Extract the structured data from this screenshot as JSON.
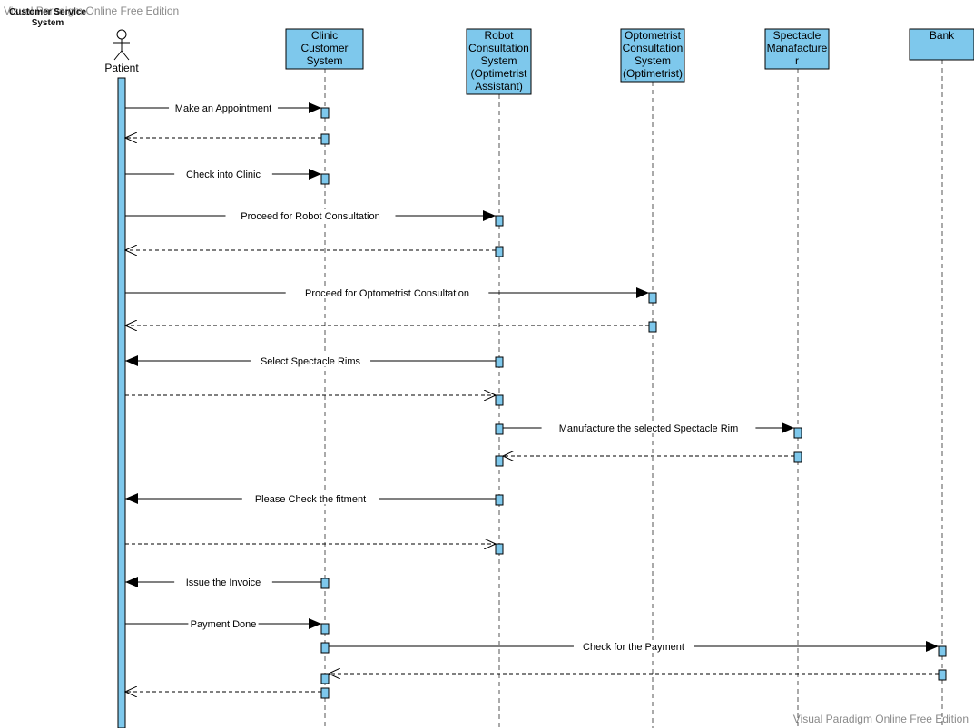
{
  "watermark": "Visual Paradigm Online Free Edition",
  "diagram_title": [
    "Customer Service",
    "System"
  ],
  "colors": {
    "lifeline_box_fill": "#7ec8ec",
    "activation_fill": "#7ec8ec",
    "stroke": "#000000",
    "watermark": "#8a8a8a"
  },
  "actor": {
    "id": "patient",
    "label": "Patient",
    "icon": "stick-figure-icon"
  },
  "lifelines": [
    {
      "id": "clinic",
      "lines": [
        "Clinic",
        "Customer",
        "System"
      ]
    },
    {
      "id": "robot",
      "lines": [
        "Robot",
        "Consultation",
        "System",
        "(Optimetrist",
        "Assistant)"
      ]
    },
    {
      "id": "optometrist",
      "lines": [
        "Optometrist",
        "Consultation",
        "System",
        "(Optimetrist)"
      ]
    },
    {
      "id": "spectacle",
      "lines": [
        "Spectacle",
        "Manafacture",
        "r"
      ]
    },
    {
      "id": "bank",
      "lines": [
        "Bank"
      ]
    }
  ],
  "messages": [
    {
      "from": "patient",
      "to": "clinic",
      "label": "Make an Appointment",
      "type": "sync"
    },
    {
      "from": "clinic",
      "to": "patient",
      "label": "",
      "type": "return"
    },
    {
      "from": "patient",
      "to": "clinic",
      "label": "Check into Clinic",
      "type": "sync"
    },
    {
      "from": "patient",
      "to": "robot",
      "label": "Proceed for Robot Consultation",
      "type": "sync"
    },
    {
      "from": "robot",
      "to": "patient",
      "label": "",
      "type": "return"
    },
    {
      "from": "patient",
      "to": "optometrist",
      "label": "Proceed for Optometrist Consultation",
      "type": "sync"
    },
    {
      "from": "optometrist",
      "to": "patient",
      "label": "",
      "type": "return"
    },
    {
      "from": "robot",
      "to": "patient",
      "label": "Select Spectacle Rims",
      "type": "sync"
    },
    {
      "from": "patient",
      "to": "robot",
      "label": "",
      "type": "return"
    },
    {
      "from": "robot",
      "to": "spectacle",
      "label": "Manufacture the selected Spectacle Rim",
      "type": "sync"
    },
    {
      "from": "spectacle",
      "to": "robot",
      "label": "",
      "type": "return"
    },
    {
      "from": "robot",
      "to": "patient",
      "label": "Please Check the fitment",
      "type": "sync"
    },
    {
      "from": "patient",
      "to": "robot",
      "label": "",
      "type": "return"
    },
    {
      "from": "clinic",
      "to": "patient",
      "label": "Issue the Invoice",
      "type": "sync"
    },
    {
      "from": "patient",
      "to": "clinic",
      "label": "Payment Done",
      "type": "sync"
    },
    {
      "from": "clinic",
      "to": "bank",
      "label": "Check for the Payment",
      "type": "sync"
    },
    {
      "from": "bank",
      "to": "clinic",
      "label": "",
      "type": "return"
    },
    {
      "from": "clinic",
      "to": "patient",
      "label": "",
      "type": "return"
    }
  ]
}
